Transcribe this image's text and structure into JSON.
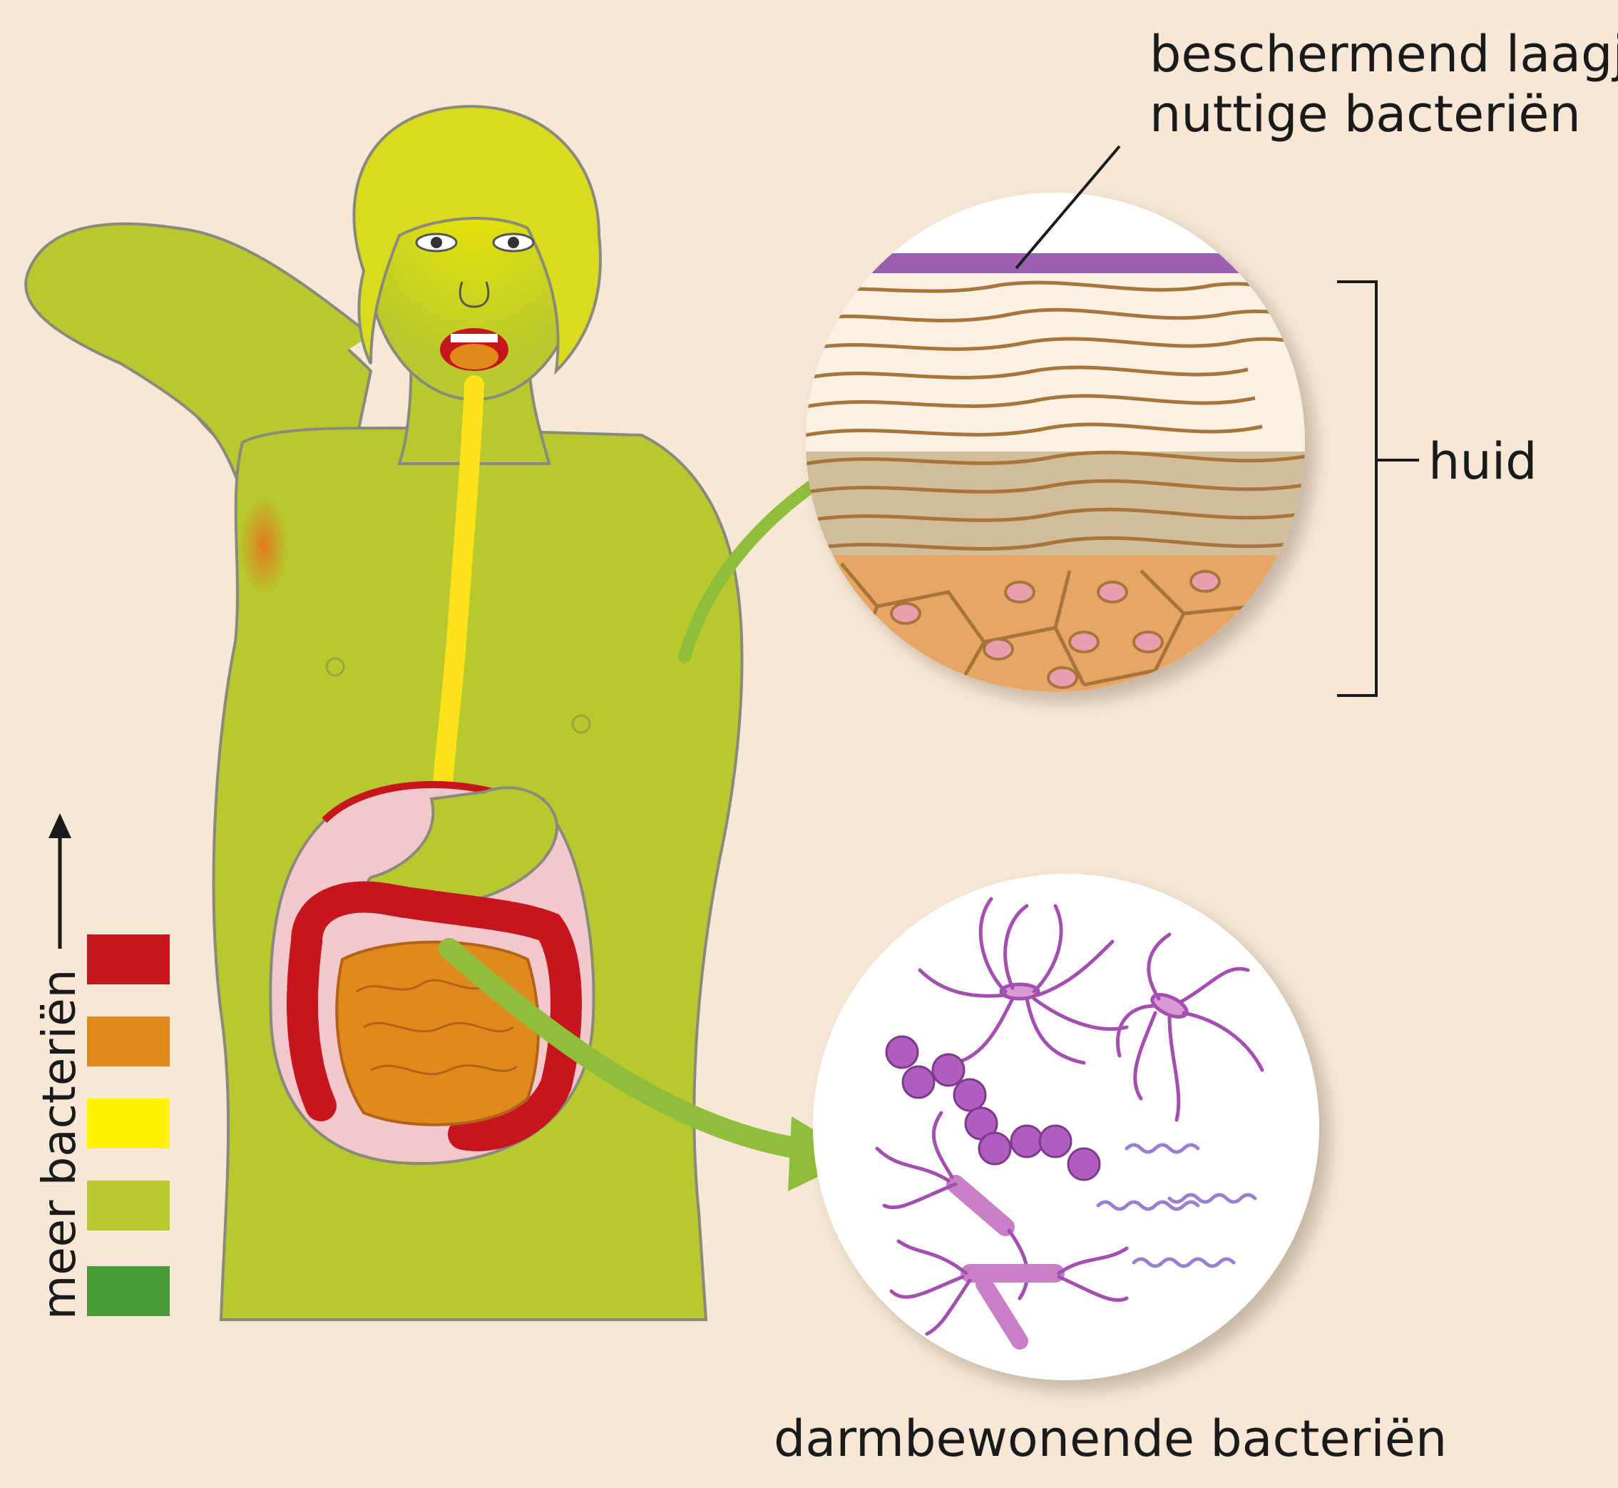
{
  "labels": {
    "protective_layer_line1": "beschermend laagje",
    "protective_layer_line2": "nuttige bacteriën",
    "skin": "huid",
    "gut_bacteria": "darmbewonende bacteriën",
    "legend_axis": "meer bacteriën"
  },
  "legend": {
    "levels_high_to_low": [
      "#c4161c",
      "#e08a1e",
      "#fff200",
      "#b7c92e",
      "#4a9a3a"
    ]
  },
  "colors": {
    "background": "#f6e7d7",
    "body": "#b7c92e",
    "hair": "#d9dc1e",
    "esophagus": "#fde21a",
    "stomach": "#b7c92e",
    "colon": "#c4161c",
    "small_intestine": "#e08a1e",
    "abdomen_lining": "#f2c8cc",
    "arrow": "#8fbf3a",
    "bacteria": "#a24fb0",
    "skin_cells": "#e6a766",
    "skin_lines": "#a8743a"
  }
}
